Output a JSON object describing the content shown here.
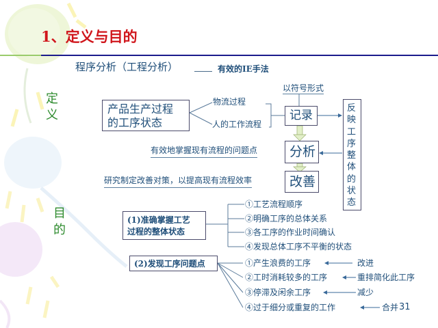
{
  "slide": {
    "title": "1、定义与目的",
    "page_number": "31",
    "colors": {
      "title": "#d0151b",
      "text": "#1f4e79",
      "side_label": "#2e8b2e",
      "rule_left": "#9acb6b",
      "rule_right": "#1a1a8c"
    }
  },
  "subtitle": {
    "main": "程序分析（工程分析）",
    "note": "有效的IE手法"
  },
  "definition": {
    "side_label_1": "定",
    "side_label_2": "义",
    "source_box_line1": "产品生产过程",
    "source_box_line2": "的工序状态",
    "branch_1": "物流过程",
    "branch_2": "人的工作流程",
    "symbol_note": "以符号形式",
    "step_record": "记录",
    "step_analyze": "分析",
    "step_improve": "改善",
    "analyze_note": "有效地掌握现有流程的问题点",
    "improve_note": "研究制定改善对策，以提高现有流程效率",
    "reflect_box": [
      "反",
      "映",
      "工",
      "序",
      "整",
      "体",
      "的",
      "状",
      "态"
    ]
  },
  "purpose": {
    "side_label_1": "目",
    "side_label_2": "的",
    "group1": {
      "label_line1": "(1)准确掌握工艺",
      "label_line2": "过程的整体状态",
      "items": [
        "①工艺流程顺序",
        "②明确工序的总体关系",
        "③各工序的作业时间确认",
        "④发现总体工序不平衡的状态"
      ]
    },
    "group2": {
      "label": "(2)发现工序问题点",
      "items": [
        {
          "text": "①产生浪费的工序",
          "action": "改进"
        },
        {
          "text": "②工时消耗较多的工序",
          "action": "重排简化此工序"
        },
        {
          "text": "③停滞及闲余工序",
          "action": "减少"
        },
        {
          "text": "④过于细分或重复的工作",
          "action": "合并"
        }
      ]
    }
  }
}
